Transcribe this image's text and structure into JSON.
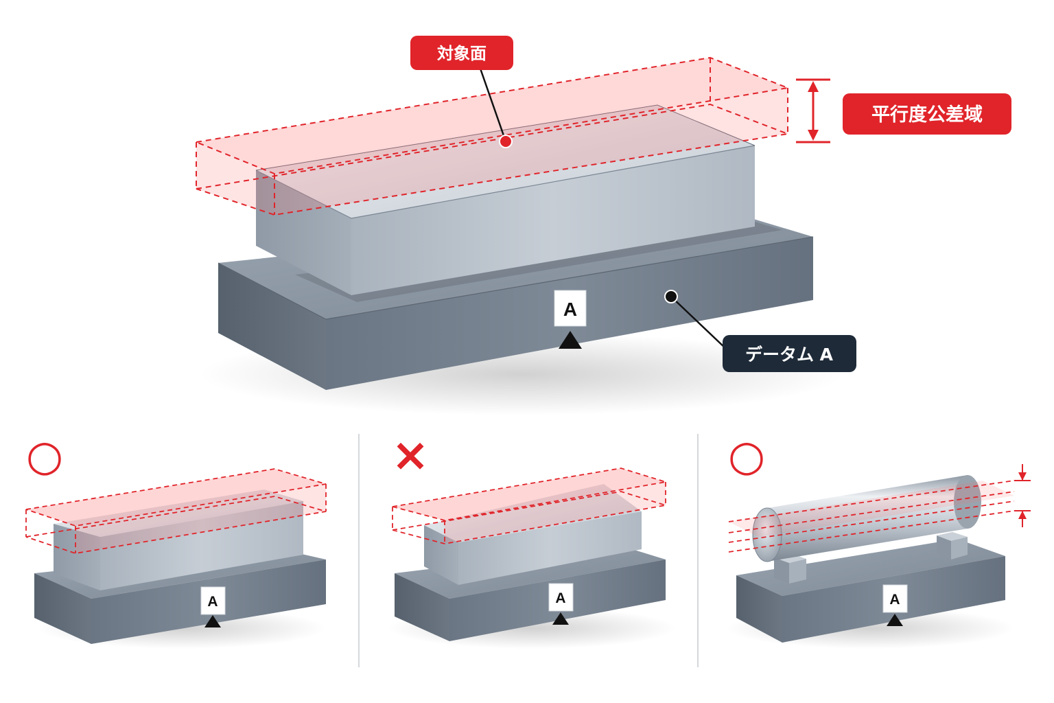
{
  "main": {
    "target_surface_label": "対象面",
    "tolerance_zone_label": "平行度公差域",
    "datum_label": "データム A",
    "datum_letter": "A"
  },
  "examples": [
    {
      "verdict_symbol": "○",
      "verdict": "ok",
      "datum_letter": "A"
    },
    {
      "verdict_symbol": "×",
      "verdict": "ng",
      "datum_letter": "A"
    },
    {
      "verdict_symbol": "○",
      "verdict": "ok",
      "datum_letter": "A"
    }
  ],
  "colors": {
    "accent_red": "#e0242a",
    "callout_dark": "#1e2a38",
    "tolerance_fill": "#ff6a6a",
    "divider": "#d5d8dc"
  }
}
